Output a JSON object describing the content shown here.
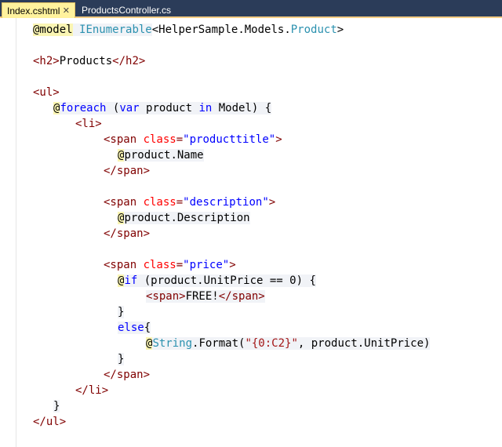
{
  "tabs": {
    "active": "Index.cshtml",
    "inactive": "ProductsController.cs",
    "close_glyph": "✕"
  },
  "code": {
    "l1_at": "@model",
    "l1_type1": "IEnumerable",
    "l1_lt": "<",
    "l1_ns": "HelperSample.Models.",
    "l1_type2": "Product",
    "l1_gt": ">",
    "l3_open": "<h2>",
    "l3_text": "Products",
    "l3_close": "</h2>",
    "l5": "<ul>",
    "l6_at": "@",
    "l6_foreach": "foreach",
    "l6_paren": " (",
    "l6_var": "var",
    "l6_product": " product ",
    "l6_in": "in",
    "l6_model": " Model) {",
    "l7": "<li>",
    "span_open": "<span ",
    "class_attr": "class",
    "eq": "=",
    "title_val": "\"producttitle\"",
    "gt": ">",
    "at": "@",
    "l9_text": "product.Name",
    "span_close": "</span>",
    "desc_val": "\"description\"",
    "l13_text": "product.Description",
    "price_val": "\"price\"",
    "l17_if": "if",
    "l17_rest": " (product.UnitPrice == 0) {",
    "l18_open": "<span>",
    "l18_text": "FREE!",
    "l18_close": "</span>",
    "l19": "}",
    "l20_else": "else",
    "l20_brace": "{",
    "l21_string": "String",
    "l21_fmt": ".Format(",
    "l21_str": "\"{0:C2}\"",
    "l21_rest": ", product.UnitPrice)",
    "l22": "}",
    "l24": "</li>",
    "l25": "}",
    "l26": "</ul>"
  }
}
